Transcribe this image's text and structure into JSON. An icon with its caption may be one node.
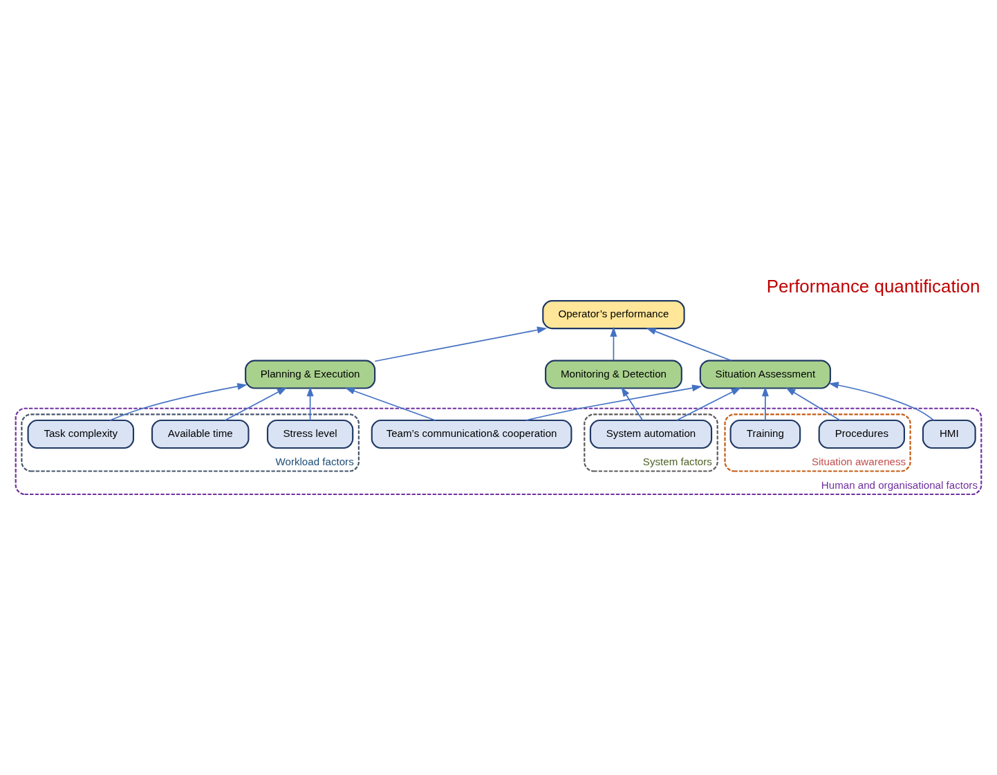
{
  "diagram": {
    "title": "Performance quantification",
    "nodes": [
      {
        "text": [
          "Operator’s performance"
        ]
      },
      {
        "text": [
          "Monitoring & Detection"
        ]
      },
      {
        "text": [
          "Situation Assessment"
        ]
      },
      {
        "text": [
          "Planning & Execution"
        ]
      },
      {
        "text": [
          "Human and organisational factors"
        ]
      },
      {
        "text": [
          "Workload factors"
        ],
        "in": 4
      },
      {
        "text": [
          "Available time"
        ],
        "in": 5
      },
      {
        "text": [
          "Task complexity"
        ],
        "in": 5
      },
      {
        "text": [
          "Stress level"
        ],
        "in": 5
      },
      {
        "text": [
          "System factors"
        ],
        "in": 4
      },
      {
        "text": [
          "System automation"
        ],
        "in": 9
      },
      {
        "text": [
          "HMI"
        ],
        "in": 4
      },
      {
        "text": [
          "Team’s communication& cooperation"
        ],
        "in": 4
      },
      {
        "text": [
          "Situation awareness"
        ],
        "in": 4
      },
      {
        "text": [
          "Procedures"
        ],
        "in": 13
      },
      {
        "text": [
          "Training"
        ],
        "in": 13
      }
    ],
    "edges": [
      {
        "from": 1,
        "to": 0,
        "arrow": "to"
      },
      {
        "from": 2,
        "to": 0,
        "arrow": "to"
      },
      {
        "from": 3,
        "to": 0,
        "arrow": "to"
      },
      {
        "from": 10,
        "to": 1,
        "arrow": "to"
      },
      {
        "from": 10,
        "to": 2,
        "arrow": "to"
      },
      {
        "from": 11,
        "to": 2,
        "arrow": "to"
      },
      {
        "from": 14,
        "to": 2,
        "arrow": "to"
      },
      {
        "from": 15,
        "to": 2,
        "arrow": "to"
      },
      {
        "from": 12,
        "to": 2,
        "arrow": "to"
      },
      {
        "from": 6,
        "to": 3,
        "arrow": "to"
      },
      {
        "from": 7,
        "to": 3,
        "arrow": "to"
      },
      {
        "from": 8,
        "to": 3,
        "arrow": "to"
      },
      {
        "from": 12,
        "to": 3,
        "arrow": "to"
      }
    ]
  }
}
